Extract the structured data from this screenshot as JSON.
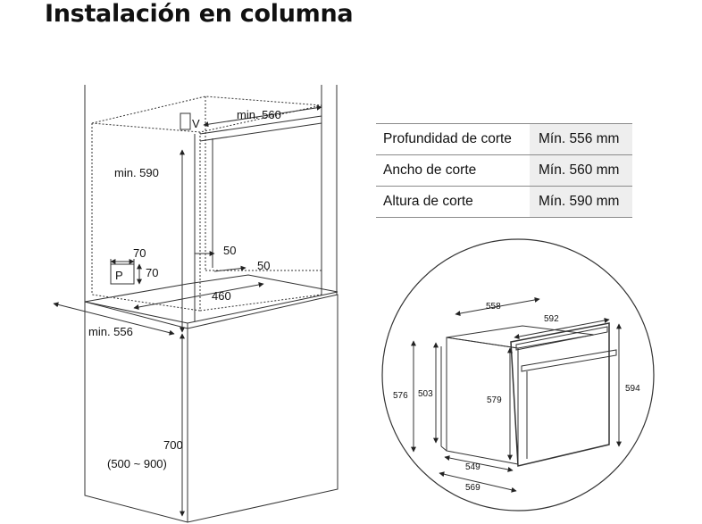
{
  "title": "Instalación en columna",
  "specs": [
    {
      "label": "Profundidad de corte",
      "value": "Mín. 556 mm"
    },
    {
      "label": "Ancho de corte",
      "value": "Mín. 560 mm"
    },
    {
      "label": "Altura de corte",
      "value": "Mín. 590 mm"
    }
  ],
  "cabinet": {
    "min_width": "min. 560",
    "min_height": "min. 590",
    "min_depth": "min. 556",
    "vent_w": "70",
    "vent_h": "70",
    "plug_label": "P",
    "power_label": "V",
    "gap_a": "50",
    "gap_b": "50",
    "depth_460": "460",
    "floor_h": "700",
    "floor_range": "(500 ~ 900)"
  },
  "oven": {
    "d558": "558",
    "d592": "592",
    "d576": "576",
    "d503": "503",
    "d579": "579",
    "d594": "594",
    "d549": "549",
    "d569": "569"
  }
}
